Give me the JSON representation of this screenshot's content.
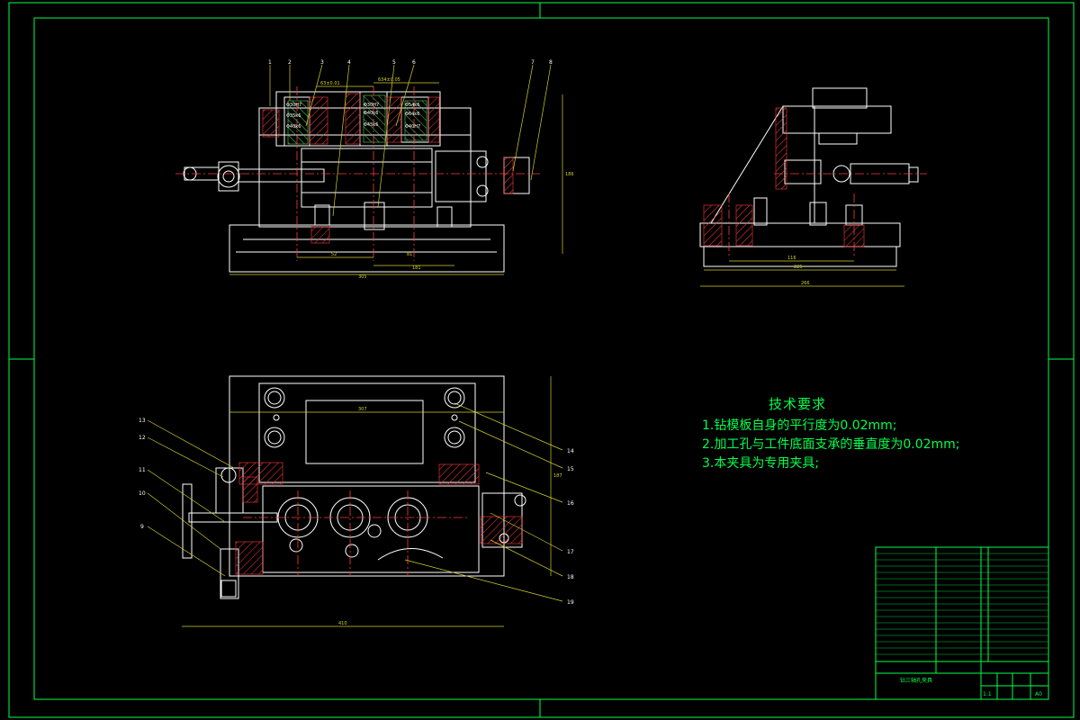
{
  "colors": {
    "frame": "#00ff4c",
    "outline": "#ffffff",
    "hatch": "#ff3b3b",
    "dims": "#d1d12e",
    "center": "#ff3b3b",
    "text": "#00ff4c"
  },
  "front_view": {
    "part_numbers": [
      "1",
      "2",
      "3",
      "4",
      "5",
      "6",
      "7",
      "8"
    ],
    "hole_labels": [
      "Φ30H7",
      "Φ35k6",
      "Φ40k6",
      "Φ30H7",
      "Φ40k6",
      "Φ45k6",
      "Φ54k6",
      "Φ64k6",
      "Φ40H7"
    ],
    "dims": [
      "634±0.05",
      "63±0.01",
      "52",
      "81",
      "181",
      "305",
      "186"
    ]
  },
  "side_view": {
    "dims": [
      "116",
      "225",
      "266"
    ]
  },
  "top_view": {
    "part_numbers": [
      "13",
      "12",
      "11",
      "10",
      "9",
      "14",
      "15",
      "16",
      "17",
      "18",
      "19"
    ],
    "dims": [
      "307",
      "410",
      "187"
    ]
  },
  "technical_requirements": {
    "title": "技术要求",
    "items": [
      "1.钻模板自身的平行度为0.02mm;",
      "2.加工孔与工件底面支承的垂直度为0.02mm;",
      "3.本夹具为专用夹具;"
    ]
  },
  "title_block": {
    "drawing_name": "钻三轴孔夹具",
    "scale": "1:1",
    "sheet_size": "A0"
  }
}
